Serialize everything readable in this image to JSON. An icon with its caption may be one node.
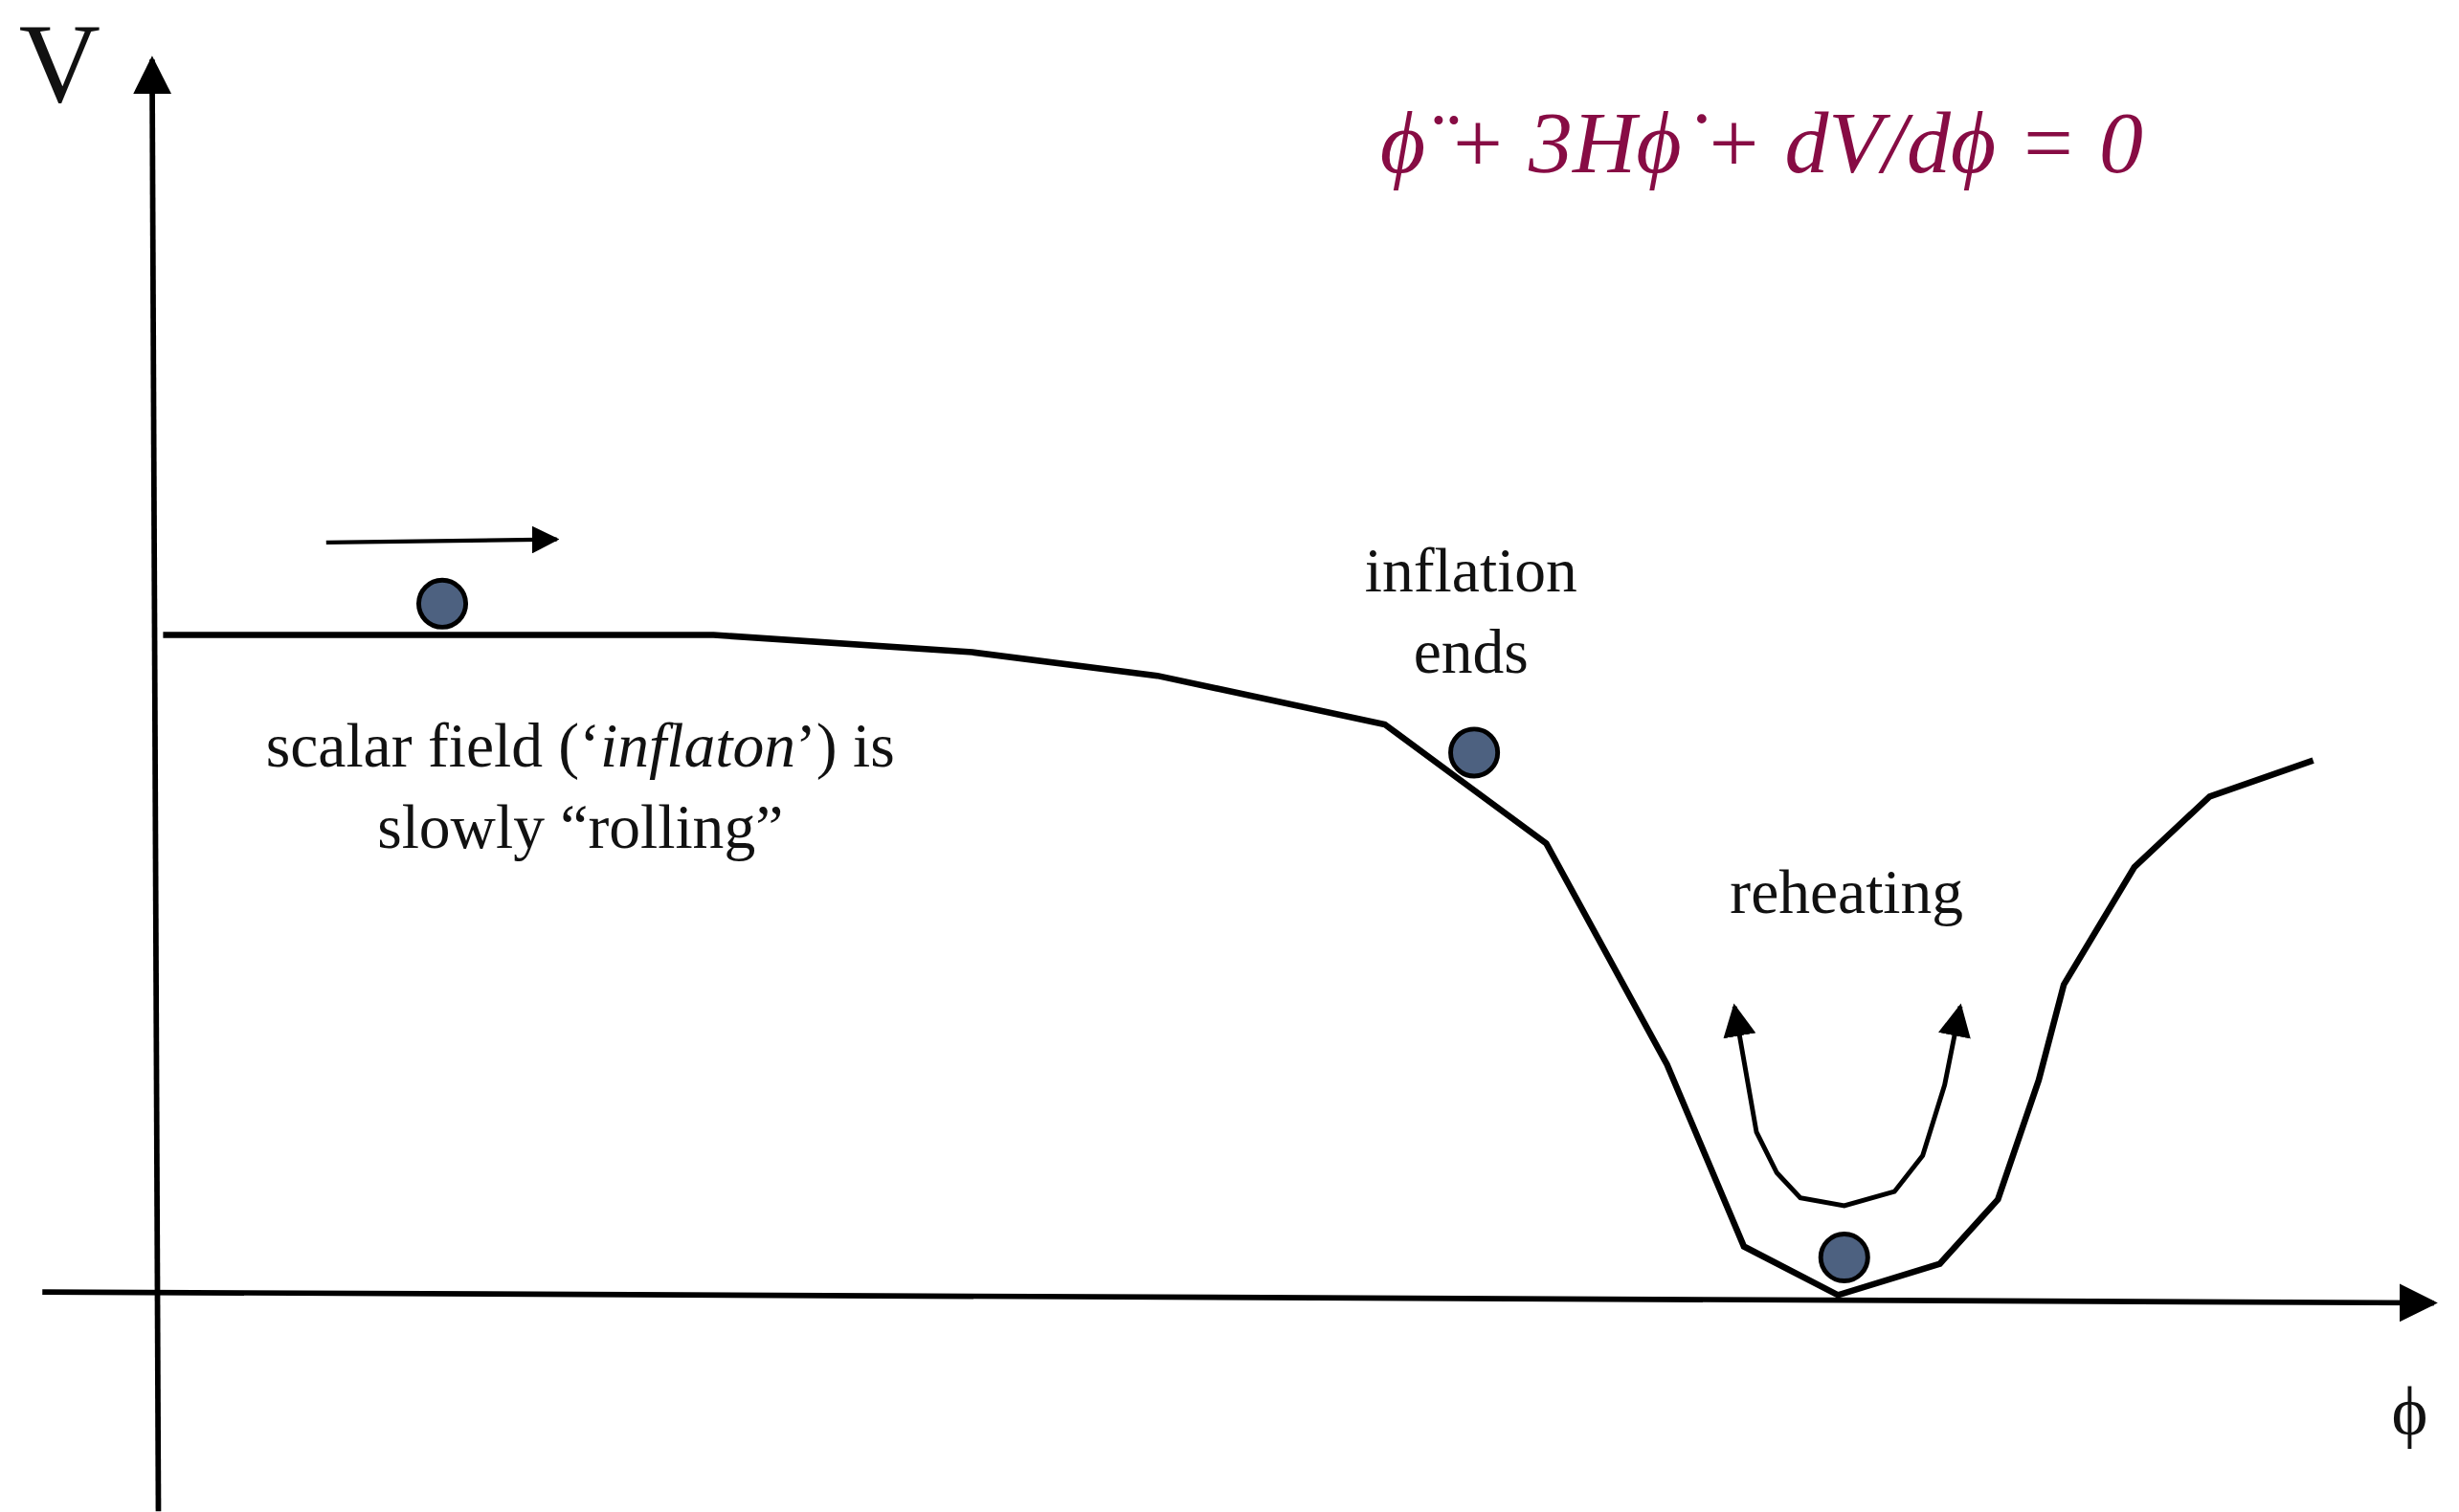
{
  "diagram": {
    "labels": [
      "V",
      "ϕ̈ + 3Hϕ̇ + dV/dϕ = 0",
      "inflation ends",
      "scalar field (‘*inflaton*’) is slowly “rolling”",
      "reheating",
      "ϕ"
    ]
  }
}
